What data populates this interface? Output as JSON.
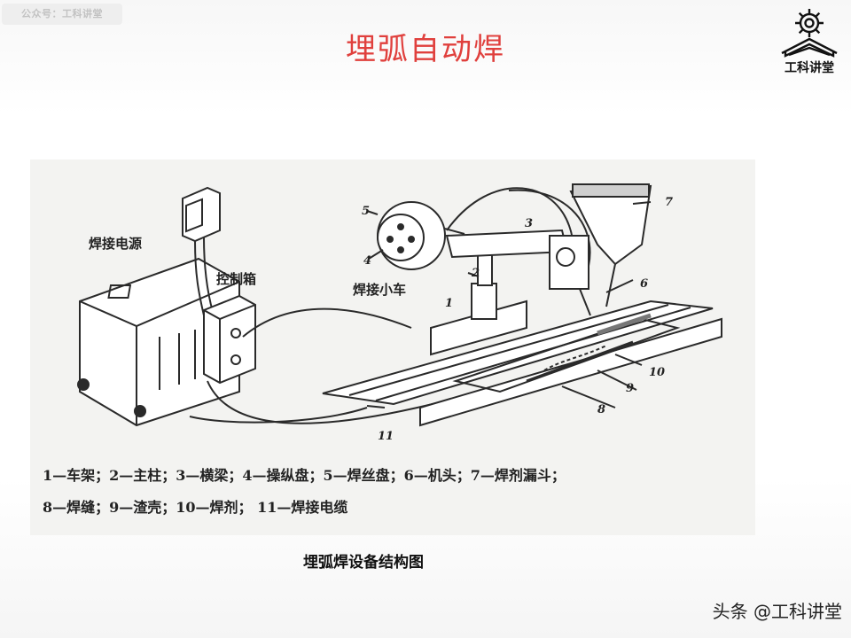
{
  "watermark": "公众号：工科讲堂",
  "title": "埋弧自动焊",
  "logo_text": "工科讲堂",
  "logo_icon": "gear-book-icon",
  "diagram": {
    "labels": {
      "power_source": "焊接电源",
      "control_box": "控制箱",
      "tractor": "焊接小车",
      "n1": "1",
      "n2": "2",
      "n3": "3",
      "n4": "4",
      "n5": "5",
      "n6": "6",
      "n7": "7",
      "n8": "8",
      "n9": "9",
      "n10": "10",
      "n11": "11"
    },
    "legend_line1": "1—车架；2—主柱；3—横梁；4—操纵盘；5—焊丝盘；6—机头；7—焊剂漏斗；",
    "legend_line2": "8—焊缝；9—渣壳；10—焊剂；  11—焊接电缆"
  },
  "caption": "埋弧焊设备结构图",
  "credit": "头条 @工科讲堂",
  "colors": {
    "title": "#e0403d",
    "ink": "#222222",
    "figure_bg": "#f3f3f1"
  }
}
